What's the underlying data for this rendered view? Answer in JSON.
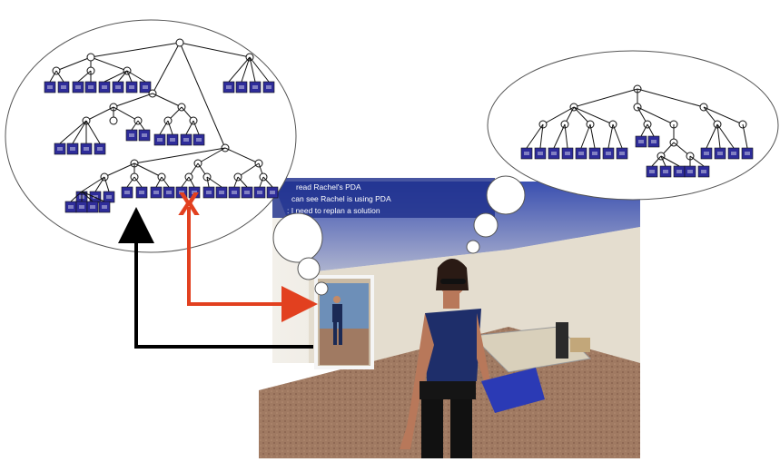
{
  "dialog": {
    "lines": [
      "read Rachel's PDA",
      "can see Rachel is using PDA",
      ": I need to replan a solution"
    ]
  },
  "annotations": {
    "failed_action_mark": "X"
  },
  "colors": {
    "plan_node_fill": "#2e2c9a",
    "arrow_failure": "#e2401f",
    "arrow_replan": "#000000",
    "dialog_bg": "#1f2f8c",
    "floor": "#a07a62",
    "wall": "#e8e2d6"
  }
}
